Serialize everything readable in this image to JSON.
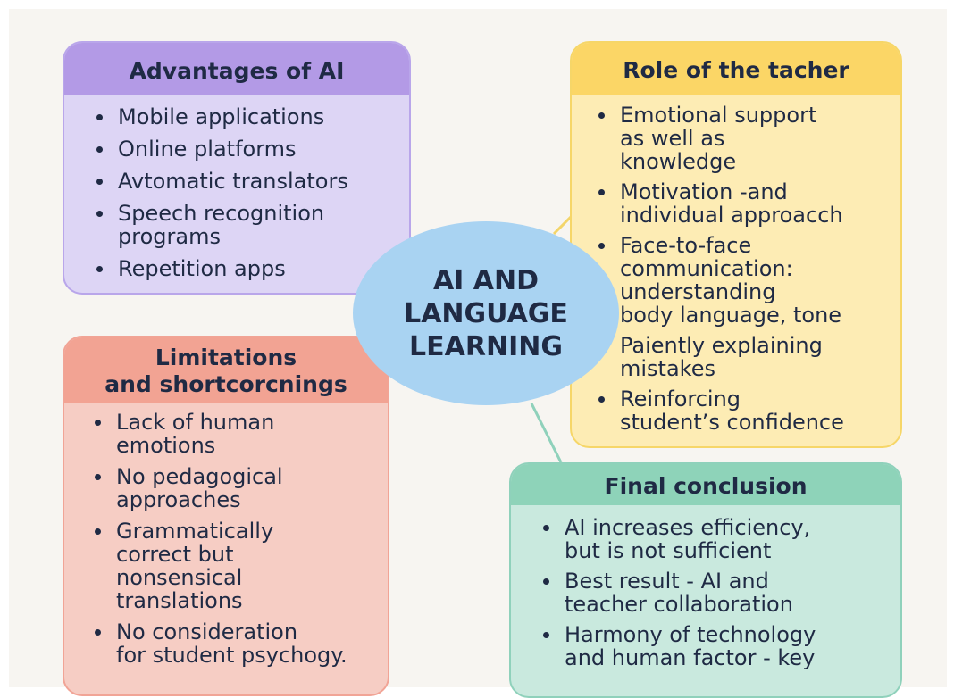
{
  "center": {
    "title": "AI AND\nLANGUAGE\nLEARNING"
  },
  "advantages": {
    "heading": "Advantages of AI",
    "items": [
      "Mobile applications",
      "Online platforms",
      "Avtomatic translators",
      "Speech recognition\nprograms",
      "Repetition apps"
    ]
  },
  "role": {
    "heading": "Role of the tacher",
    "items": [
      "Emotional support\nas well as\nknowledge",
      "Motivation -and\nindividual approacch",
      "Face-to-face\ncommunication:\nunderstanding\nbody language, tone",
      "Paiently explaining\nmistakes",
      "Reinforcing\nstudent’s confidence"
    ]
  },
  "limitations": {
    "heading": "Limitations\nand shortcorcnings",
    "items": [
      "Lack of human\nemotions",
      "No pedagogical\napproaches",
      "Grammatically\ncorrect but\nnonsensical\ntranslations",
      "No consideration\nfor student psychogy."
    ]
  },
  "conclusion": {
    "heading": "Final conclusion",
    "items": [
      "AI increases efficiency,\nbut is not sufficient",
      "Best result - AI and\nteacher collaboration",
      "Harmony of technology\nand human factor - key"
    ]
  },
  "colors": {
    "advantages_header": "#b39ae6",
    "advantages_body": "#ddd5f5",
    "role_header": "#fbd666",
    "role_body": "#fdecb4",
    "limitations_header": "#f2a393",
    "limitations_body": "#f6cdc4",
    "conclusion_header": "#8ed3b9",
    "conclusion_body": "#c9e9de",
    "center": "#a9d3f2",
    "text": "#1f2a44"
  }
}
